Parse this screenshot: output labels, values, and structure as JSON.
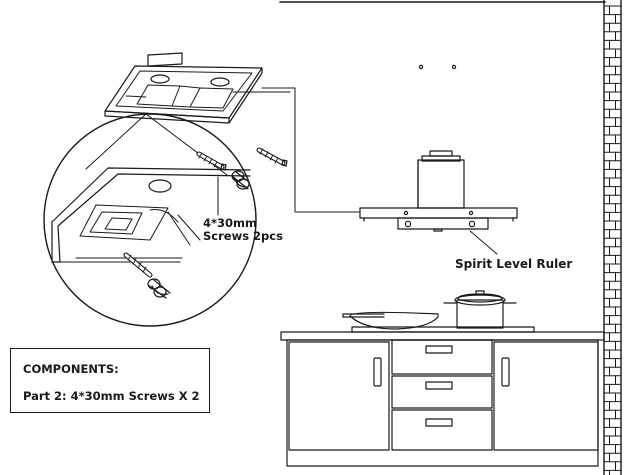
{
  "labels": {
    "screw_line1": "4*30mm",
    "screw_line2": "Screws 2pcs",
    "ruler": "Spirit Level Ruler"
  },
  "components": {
    "title": "COMPONENTS:",
    "part": "Part  2:  4*30mm Screws X 2"
  },
  "colors": {
    "line": "#1a1a1a",
    "background": "#ffffff"
  }
}
